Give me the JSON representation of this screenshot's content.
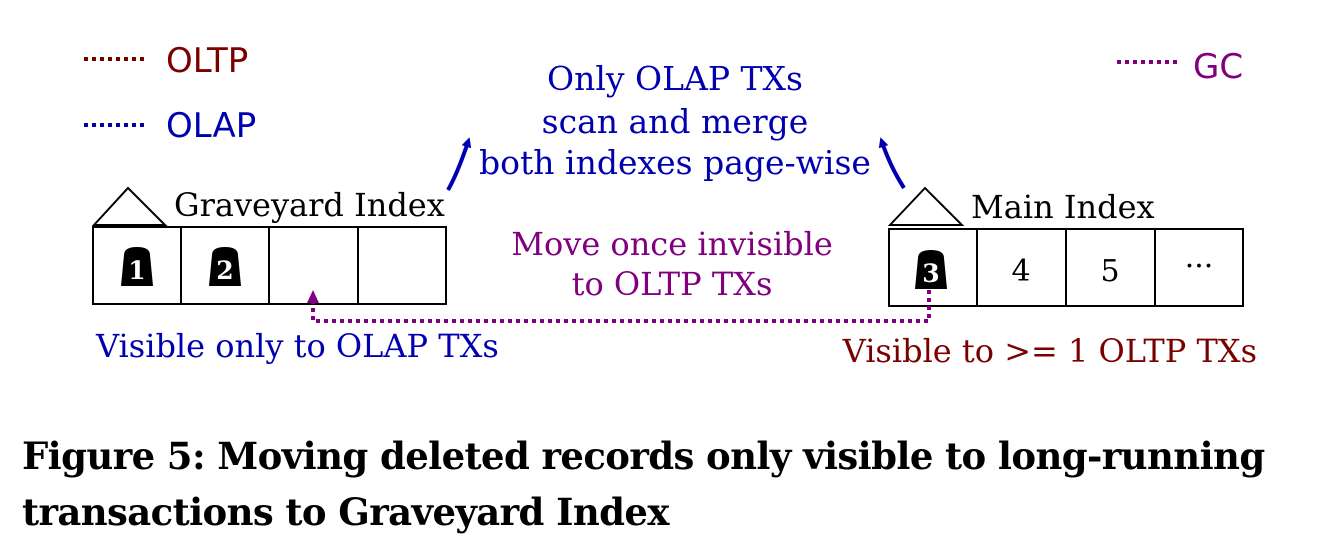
{
  "legend": {
    "oltp": "OLTP",
    "olap": "OLAP",
    "gc": "GC"
  },
  "colors": {
    "oltp": "#7a0000",
    "olap": "#0000b0",
    "gc": "#800080",
    "black": "#000000"
  },
  "graveyard_index": {
    "label": "Graveyard Index",
    "slots": [
      "1",
      "2",
      "",
      ""
    ]
  },
  "main_index": {
    "label": "Main Index",
    "slots": [
      "3",
      "4",
      "5",
      "···"
    ]
  },
  "annotations": {
    "olap_scan": [
      "Only OLAP TXs",
      "scan and merge",
      "both indexes page-wise"
    ],
    "move": [
      "Move once invisible",
      "to OLTP TXs"
    ],
    "visible_olap": "Visible only to OLAP TXs",
    "visible_oltp": "Visible to >= 1 OLTP TXs"
  },
  "caption": {
    "line1": "Figure 5: Moving deleted records only visible to long-running",
    "line2": "transactions to Graveyard Index"
  }
}
